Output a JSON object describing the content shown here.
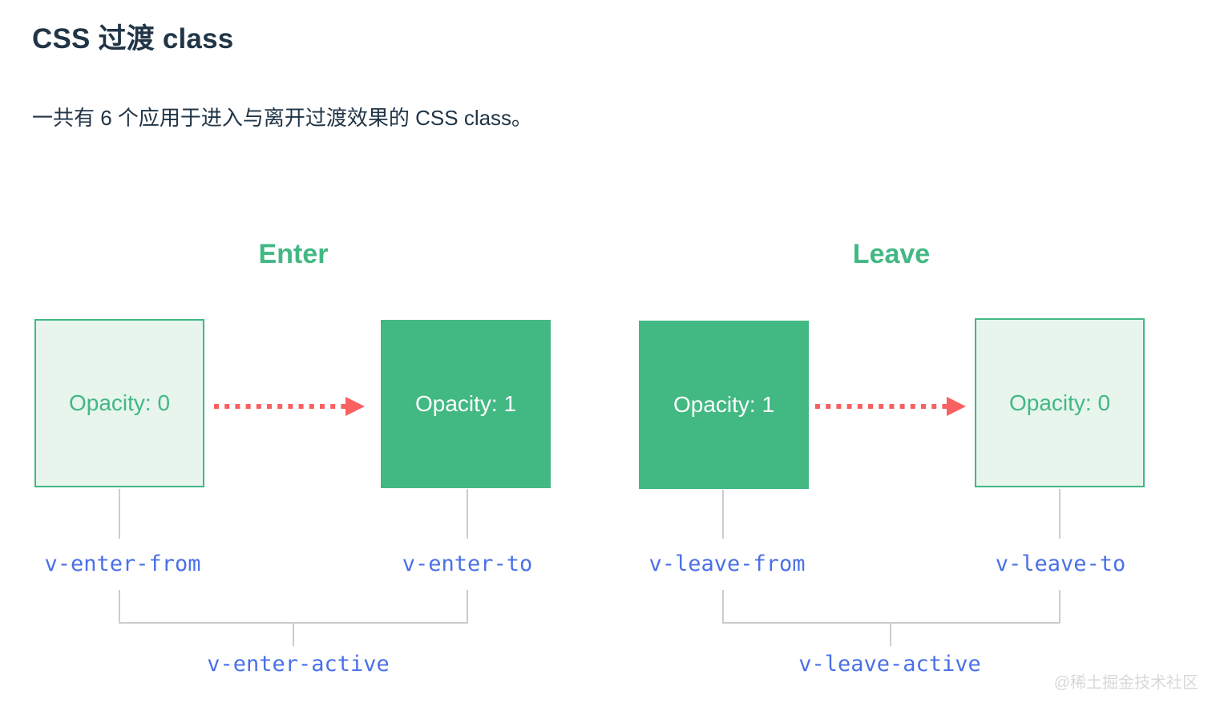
{
  "page": {
    "title": "CSS 过渡 class",
    "intro": "一共有 6 个应用于进入与离开过渡效果的 CSS class。",
    "watermark": "@稀土掘金技术社区"
  },
  "colors": {
    "brand_green": "#42b883",
    "light_green_bg": "#e7f5ed",
    "text_dark": "#213547",
    "label_blue": "#4a70e8",
    "arrow_red": "#f96060",
    "connector_gray": "#cccccc",
    "watermark_gray": "#d8d8d8"
  },
  "icons": {
    "arrow": "dashed-arrow-right-icon"
  },
  "diagram": {
    "enter": {
      "heading": "Enter",
      "from_box": "Opacity: 0",
      "to_box": "Opacity: 1",
      "from_label": "v-enter-from",
      "to_label": "v-enter-to",
      "active_label": "v-enter-active"
    },
    "leave": {
      "heading": "Leave",
      "from_box": "Opacity: 1",
      "to_box": "Opacity: 0",
      "from_label": "v-leave-from",
      "to_label": "v-leave-to",
      "active_label": "v-leave-active"
    }
  }
}
